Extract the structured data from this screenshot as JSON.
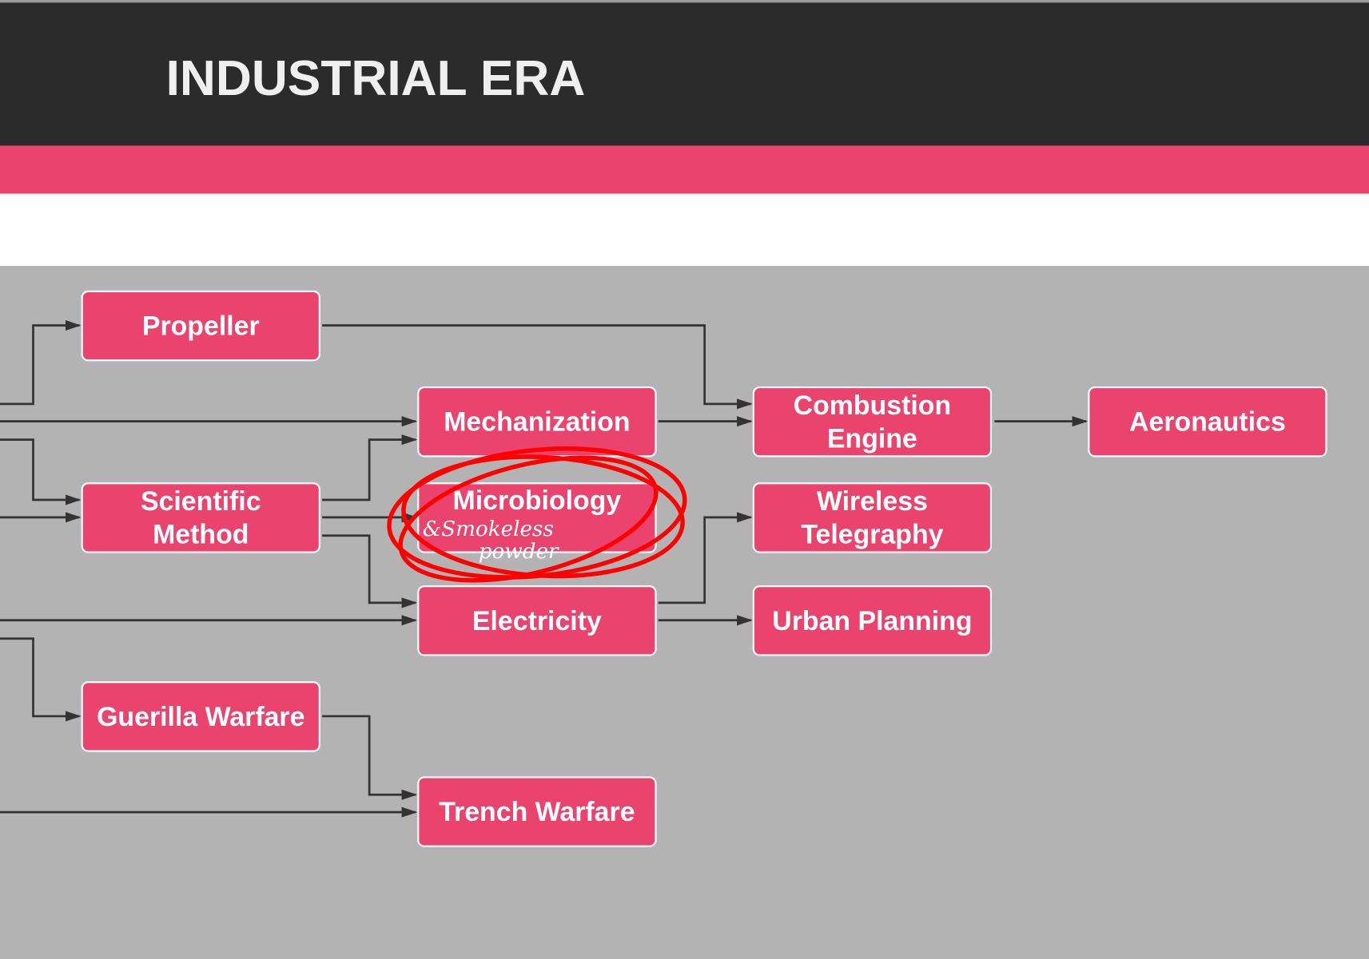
{
  "header": {
    "title": "INDUSTRIAL ERA"
  },
  "nodes": {
    "propeller": "Propeller",
    "mechanization": "Mechanization",
    "combustion_engine": "Combustion Engine",
    "aeronautics": "Aeronautics",
    "scientific_method": "Scientific Method",
    "microbiology": "Microbiology",
    "wireless_telegraphy": "Wireless Telegraphy",
    "electricity": "Electricity",
    "urban_planning": "Urban Planning",
    "guerilla_warfare": "Guerilla Warfare",
    "trench_warfare": "Trench Warfare"
  },
  "annotation": {
    "line1": "&Smokeless",
    "line2": "powder"
  },
  "colors": {
    "header_bg": "#2b2b2b",
    "accent": "#ea436e",
    "canvas": "#b3b3b3",
    "connector": "#333333",
    "annotation": "#ff0000"
  }
}
